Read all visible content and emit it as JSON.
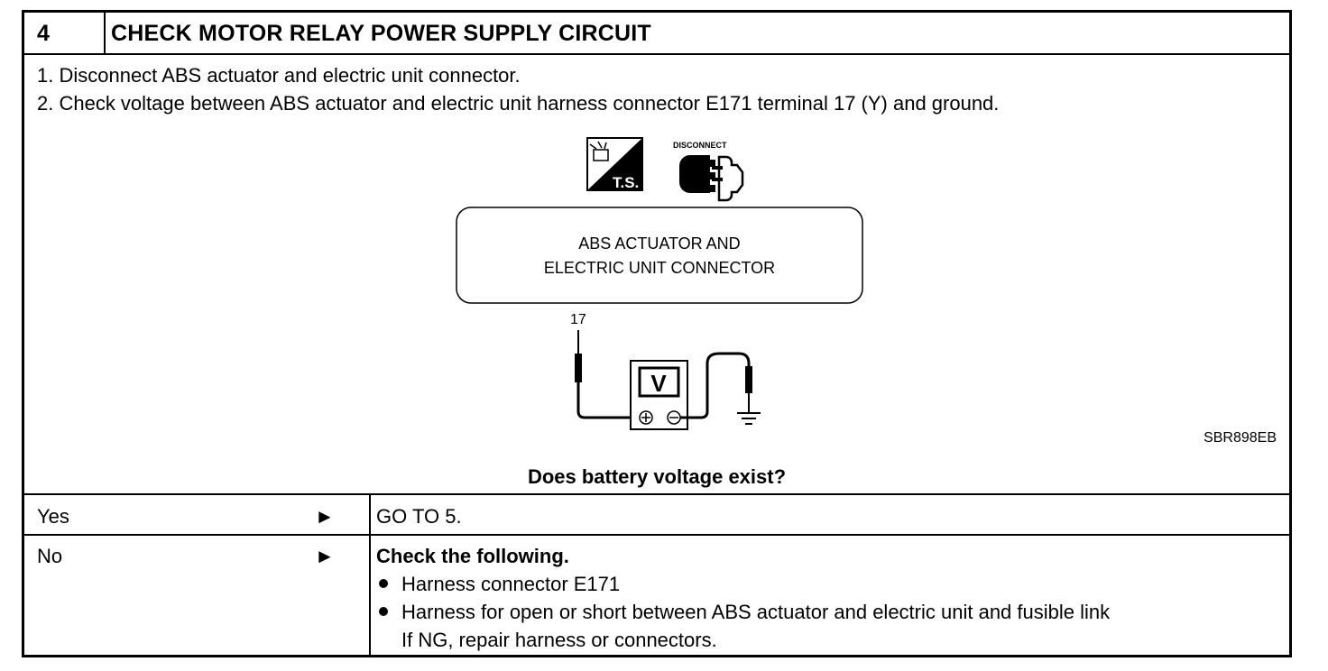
{
  "header": {
    "step_number": "4",
    "title": "CHECK MOTOR RELAY POWER SUPPLY CIRCUIT"
  },
  "steps": [
    "1.  Disconnect ABS actuator and electric unit connector.",
    "2.  Check voltage between ABS actuator and electric unit harness connector E171 terminal 17 (Y) and ground."
  ],
  "figure": {
    "icon_ts_label": "T.S.",
    "icon_disconnect_label": "DISCONNECT",
    "connector_label_line1": "ABS  ACTUATOR  AND",
    "connector_label_line2": "ELECTRIC  UNIT  CONNECTOR",
    "terminal": "17",
    "meter_label": "V",
    "figure_code": "SBR898EB"
  },
  "question": "Does battery voltage exist?",
  "answers": {
    "yes": {
      "label": "Yes",
      "arrow": "►",
      "result": "GO TO 5."
    },
    "no": {
      "label": "No",
      "arrow": "►",
      "heading": "Check the following.",
      "items": [
        "Harness connector E171",
        "Harness for open or short between ABS actuator and electric unit and fusible link"
      ],
      "note": "If NG, repair harness or connectors."
    }
  }
}
